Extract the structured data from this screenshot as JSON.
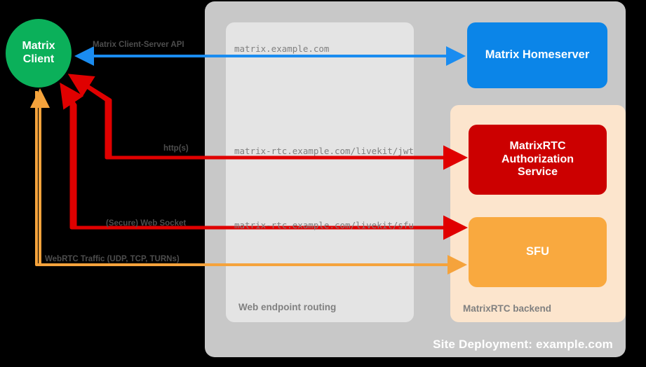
{
  "diagram": {
    "title": "Site Deployment: example.com",
    "colors": {
      "site_container": "#c8c8c8",
      "web_container": "#e4e4e4",
      "rtc_container": "#fce5cd",
      "client_green": "#0bb05a",
      "homeserver_blue": "#0b85e8",
      "auth_red": "#cc0000",
      "sfu_orange": "#f9a93f",
      "arrow_blue": "#1a8cf0",
      "arrow_red": "#e00000",
      "arrow_orange": "#f5a33c",
      "label_gray": "#4d4d4d",
      "url_gray": "#808080"
    }
  },
  "nodes": {
    "client": {
      "line1": "Matrix",
      "line2": "Client"
    },
    "homeserver": {
      "label": "Matrix Homeserver"
    },
    "auth": {
      "line1": "MatrixRTC",
      "line2": "Authorization",
      "line3": "Service"
    },
    "sfu": {
      "label": "SFU"
    }
  },
  "containers": {
    "site": {
      "label": "Site Deployment: example.com"
    },
    "web_routing": {
      "label": "Web endpoint routing"
    },
    "rtc_backend": {
      "label": "MatrixRTC backend"
    }
  },
  "edges": [
    {
      "id": "cs-api",
      "protocol_label": "Matrix Client-Server API",
      "url_label": "matrix.example.com",
      "color": "#1a8cf0",
      "from": "Matrix Client",
      "to": "Matrix Homeserver",
      "direction": "bidirectional"
    },
    {
      "id": "jwt",
      "protocol_label": "http(s)",
      "url_label": "matrix-rtc.example.com/livekit/jwt",
      "color": "#e00000",
      "from": "Matrix Client",
      "to": "MatrixRTC Authorization Service",
      "direction": "bidirectional"
    },
    {
      "id": "sfu-ws",
      "protocol_label": "(Secure) Web Socket",
      "url_label": "matrix-rtc.example.com/livekit/sfu",
      "color": "#e00000",
      "from": "Matrix Client",
      "to": "SFU",
      "direction": "bidirectional"
    },
    {
      "id": "webrtc",
      "protocol_label": "WebRTC Traffic (UDP, TCP, TURNs)",
      "url_label": "",
      "color": "#f5a33c",
      "from": "Matrix Client",
      "to": "SFU",
      "direction": "bidirectional"
    }
  ]
}
